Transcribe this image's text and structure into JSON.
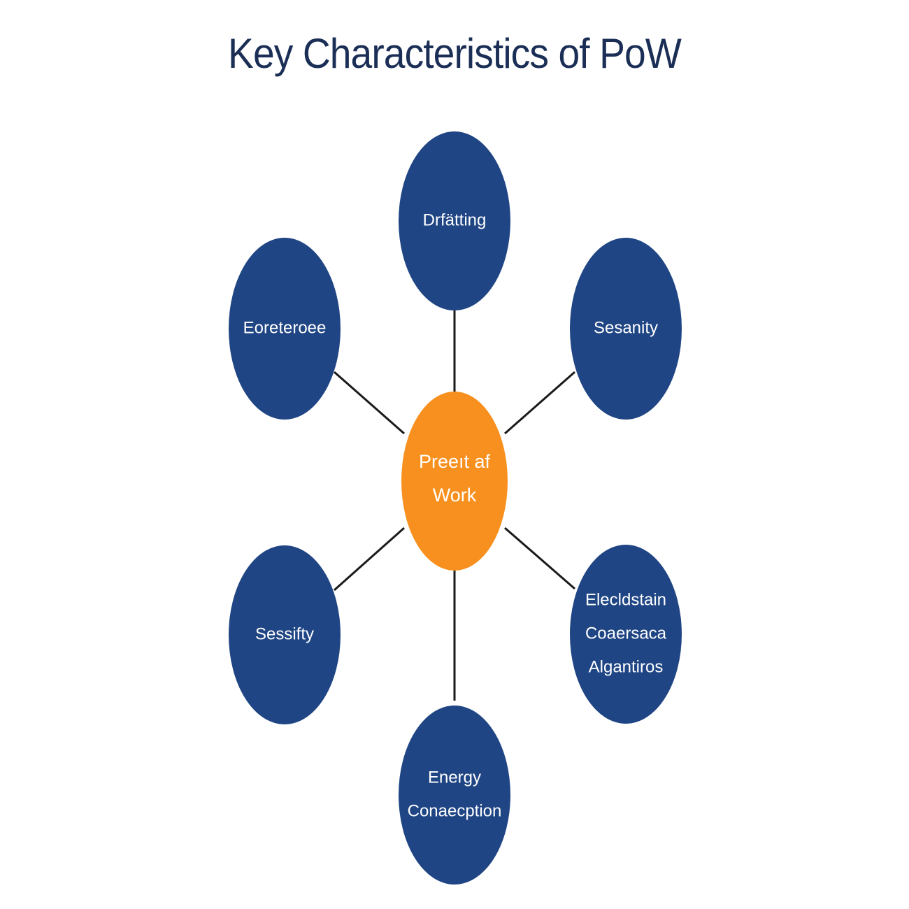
{
  "title": "Key Characteristics of PoW",
  "colors": {
    "title": "#1b2e55",
    "center_fill": "#f7901e",
    "node_fill": "#1f4584",
    "connector": "#1a1a1a",
    "label": "#ffffff"
  },
  "center": {
    "lines": [
      "Preeıt af",
      "Work"
    ]
  },
  "nodes": [
    {
      "id": "top",
      "lines": [
        "Drfätting"
      ]
    },
    {
      "id": "upper-right",
      "lines": [
        "Sesanity"
      ]
    },
    {
      "id": "lower-right",
      "lines": [
        "Elecldstain",
        "Coaersaca",
        "Algantiros"
      ]
    },
    {
      "id": "bottom",
      "lines": [
        "Energy",
        "Conaecption"
      ]
    },
    {
      "id": "lower-left",
      "lines": [
        "Sessifty"
      ]
    },
    {
      "id": "upper-left",
      "lines": [
        "Eoreteroee"
      ]
    }
  ]
}
